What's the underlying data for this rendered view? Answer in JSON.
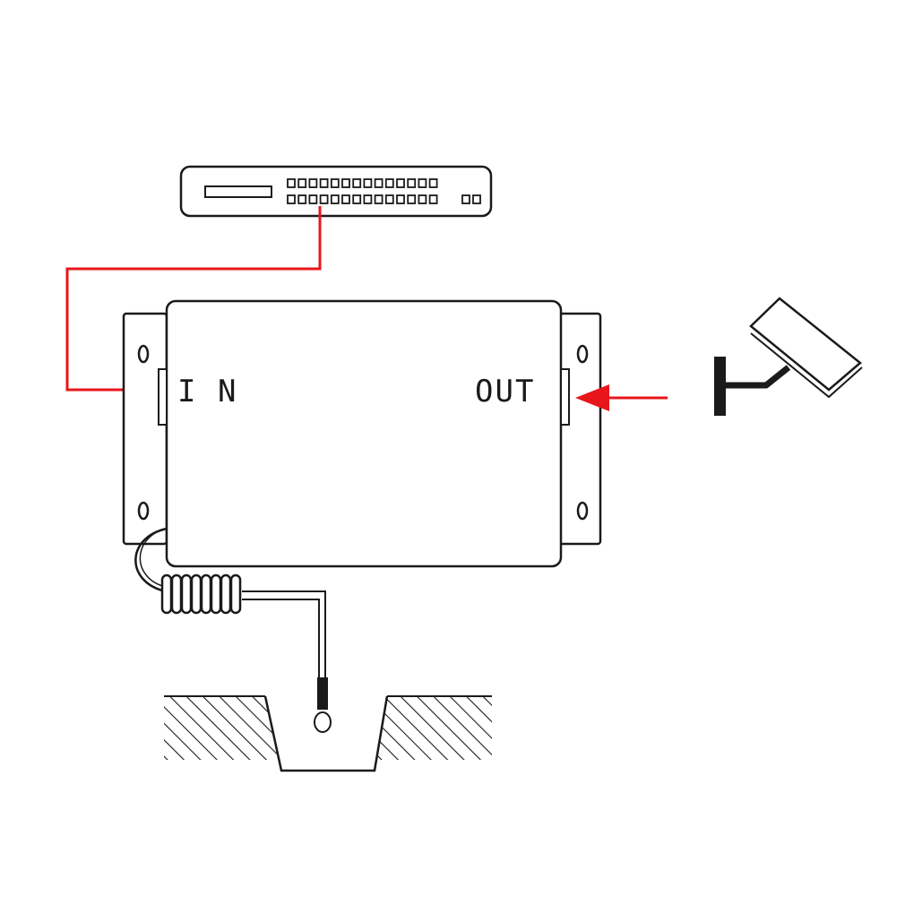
{
  "diagram": {
    "labels": {
      "in": "I N",
      "out": "OUT"
    },
    "colors": {
      "line": "#1a1a1a",
      "signal": "#e8161b",
      "background": "#ffffff"
    },
    "components": {
      "switch": "network-switch-icon",
      "protector": "surge-protector-box",
      "camera": "cctv-camera-icon",
      "ground": "ground-pit-icon"
    }
  }
}
